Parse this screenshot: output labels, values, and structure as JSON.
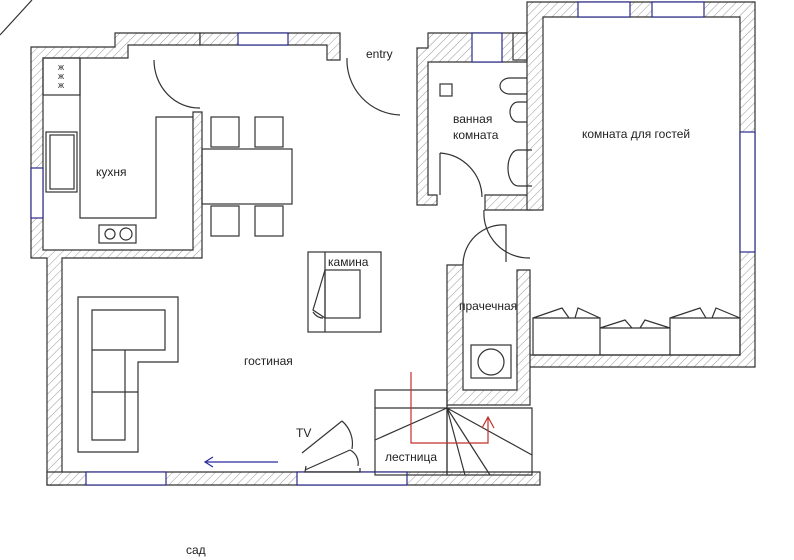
{
  "rooms": {
    "entry": "entry",
    "kitchen": "кухня",
    "bathroom_line1": "ванная",
    "bathroom_line2": "комната",
    "guest_room": "комната для гостей",
    "fireplace": "камина",
    "laundry": "прачечная",
    "living_room": "гостиная",
    "tv": "TV",
    "stairs": "лестница",
    "garden": "сад"
  },
  "colors": {
    "wall_line": "#333333",
    "window": "#2a2a8c",
    "stair_arrow": "#c0302a",
    "direction_arrow": "#2a2aa0"
  }
}
